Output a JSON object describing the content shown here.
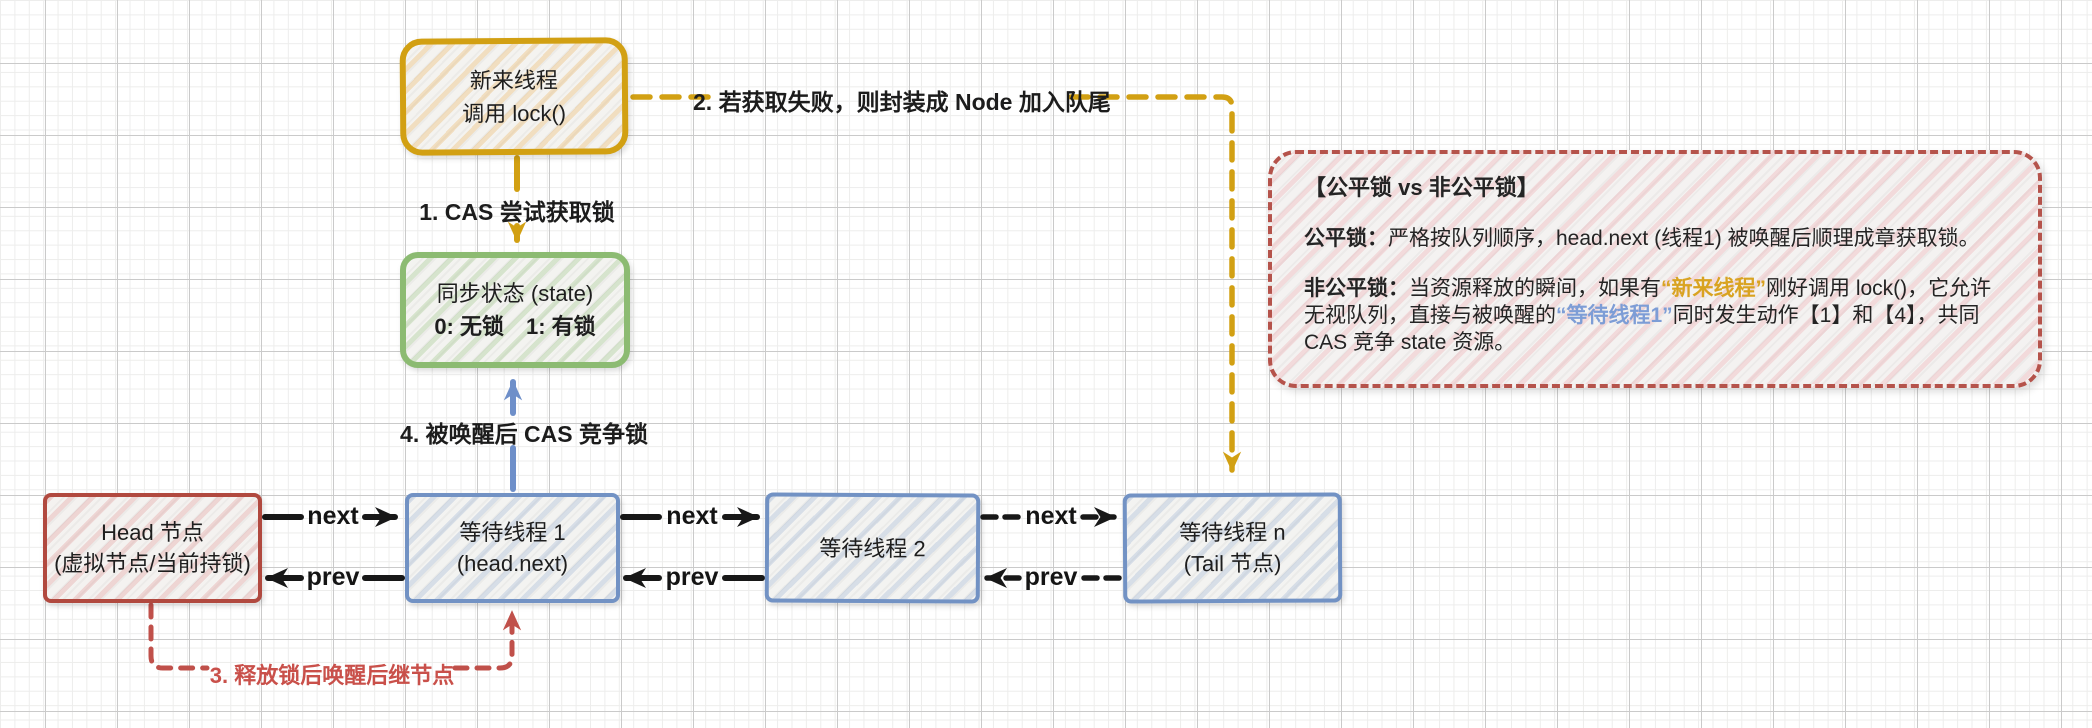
{
  "colors": {
    "gold": "#D2A013",
    "green": "#8CBB72",
    "blue": "#7292C4",
    "red": "#B1493F",
    "red_accent": "#C9504A",
    "gold_text": "#D9A321",
    "blue_text": "#7D9DD6",
    "ink": "#1E1E1E"
  },
  "flow": {
    "new_thread_box": {
      "line1": "新来线程",
      "line2": "调用 lock()"
    },
    "state_box": {
      "line1": "同步状态 (state)",
      "line2": "0: 无锁　1: 有锁"
    },
    "step1_label": "1. CAS 尝试获取锁",
    "step2_label": "2. 若获取失败，则封装成 Node 加入队尾",
    "step3_label": "3. 释放锁后唤醒后继节点",
    "step4_label": "4. 被唤醒后 CAS 竞争锁"
  },
  "queue": {
    "nodes": [
      {
        "line1": "Head 节点",
        "line2": "(虚拟节点/当前持锁)"
      },
      {
        "line1": "等待线程 1",
        "line2": "(head.next)"
      },
      {
        "line1": "等待线程 2",
        "line2": ""
      },
      {
        "line1": "等待线程 n",
        "line2": "(Tail 节点)"
      }
    ],
    "links": [
      {
        "next": "next",
        "prev": "prev",
        "style": "solid"
      },
      {
        "next": "next",
        "prev": "prev",
        "style": "solid"
      },
      {
        "next": "next",
        "prev": "prev",
        "style": "dashed"
      }
    ]
  },
  "note": {
    "title": "【公平锁 vs 非公平锁】",
    "fair_label": "公平锁：",
    "fair_text": "严格按队列顺序，head.next (线程1) 被唤醒后顺理成章获取锁。",
    "unfair_label": "非公平锁：",
    "unfair_text_1": "当资源释放的瞬间，如果有",
    "unfair_highlight_gold": "“新来线程”",
    "unfair_text_2": "刚好调用 lock()，它允许无视队列，直接与被唤醒的",
    "unfair_highlight_blue": "“等待线程1”",
    "unfair_text_3": "同时发生动作【1】和【4】，共同 CAS 竞争 state 资源。"
  }
}
